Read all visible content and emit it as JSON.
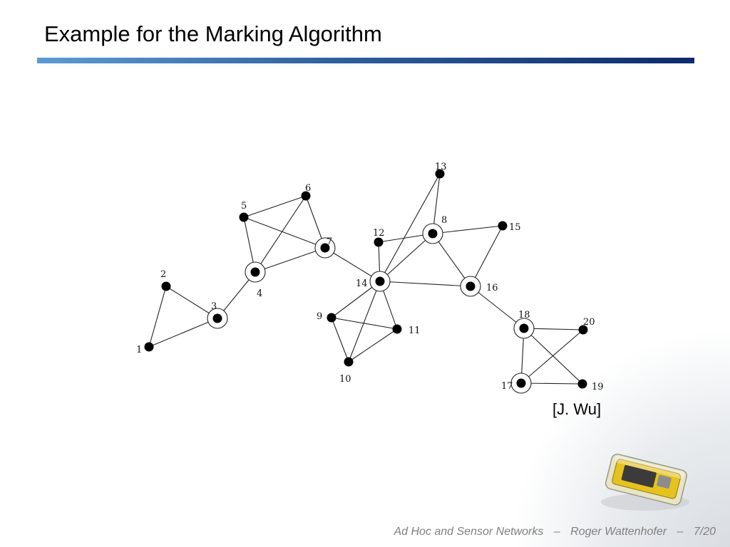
{
  "slide": {
    "title": "Example for the Marking Algorithm",
    "citation": "[J. Wu]",
    "colors": {
      "title_rule_start": "#5b9bd5",
      "title_rule_end": "#0d2a6b",
      "footer_text": "#7f7f7f"
    }
  },
  "graph": {
    "nodes": [
      {
        "id": "1",
        "label": "1",
        "marked": false
      },
      {
        "id": "2",
        "label": "2",
        "marked": false
      },
      {
        "id": "3",
        "label": "3",
        "marked": true
      },
      {
        "id": "4",
        "label": "4",
        "marked": true
      },
      {
        "id": "5",
        "label": "5",
        "marked": false
      },
      {
        "id": "6",
        "label": "6",
        "marked": false
      },
      {
        "id": "7",
        "label": "7",
        "marked": true
      },
      {
        "id": "8",
        "label": "8",
        "marked": true
      },
      {
        "id": "9",
        "label": "9",
        "marked": false
      },
      {
        "id": "10",
        "label": "10",
        "marked": false
      },
      {
        "id": "11",
        "label": "11",
        "marked": false
      },
      {
        "id": "12",
        "label": "12",
        "marked": false
      },
      {
        "id": "13",
        "label": "13",
        "marked": false
      },
      {
        "id": "14",
        "label": "14",
        "marked": true
      },
      {
        "id": "15",
        "label": "15",
        "marked": false
      },
      {
        "id": "16",
        "label": "16",
        "marked": true
      },
      {
        "id": "17",
        "label": "17",
        "marked": true
      },
      {
        "id": "18",
        "label": "18",
        "marked": true
      },
      {
        "id": "19",
        "label": "19",
        "marked": false
      },
      {
        "id": "20",
        "label": "20",
        "marked": false
      }
    ],
    "edges": [
      [
        "1",
        "2"
      ],
      [
        "1",
        "3"
      ],
      [
        "2",
        "3"
      ],
      [
        "3",
        "4"
      ],
      [
        "4",
        "5"
      ],
      [
        "4",
        "6"
      ],
      [
        "4",
        "7"
      ],
      [
        "5",
        "6"
      ],
      [
        "5",
        "7"
      ],
      [
        "6",
        "7"
      ],
      [
        "7",
        "14"
      ],
      [
        "14",
        "12"
      ],
      [
        "14",
        "13"
      ],
      [
        "14",
        "8"
      ],
      [
        "14",
        "16"
      ],
      [
        "14",
        "9"
      ],
      [
        "14",
        "10"
      ],
      [
        "14",
        "11"
      ],
      [
        "12",
        "8"
      ],
      [
        "13",
        "8"
      ],
      [
        "8",
        "15"
      ],
      [
        "8",
        "16"
      ],
      [
        "15",
        "16"
      ],
      [
        "9",
        "10"
      ],
      [
        "9",
        "11"
      ],
      [
        "10",
        "11"
      ],
      [
        "16",
        "18"
      ],
      [
        "18",
        "20"
      ],
      [
        "18",
        "17"
      ],
      [
        "18",
        "19"
      ],
      [
        "17",
        "19"
      ],
      [
        "17",
        "20"
      ]
    ]
  },
  "footer": {
    "course": "Ad Hoc and Sensor Networks",
    "separator": "–",
    "author": "Roger Wattenhofer",
    "page": "7/20"
  }
}
